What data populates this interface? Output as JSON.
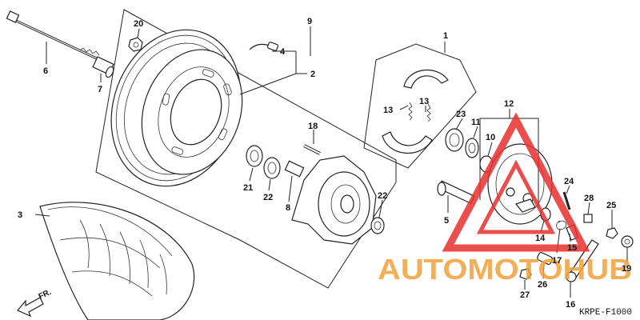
{
  "callouts": [
    {
      "id": "c1",
      "text": "1"
    },
    {
      "id": "c2",
      "text": "2"
    },
    {
      "id": "c3",
      "text": "3"
    },
    {
      "id": "c4",
      "text": "4"
    },
    {
      "id": "c5",
      "text": "5"
    },
    {
      "id": "c6",
      "text": "6"
    },
    {
      "id": "c7",
      "text": "7"
    },
    {
      "id": "c8",
      "text": "8"
    },
    {
      "id": "c9",
      "text": "9"
    },
    {
      "id": "c10",
      "text": "10"
    },
    {
      "id": "c11",
      "text": "11"
    },
    {
      "id": "c12",
      "text": "12"
    },
    {
      "id": "c13a",
      "text": "13"
    },
    {
      "id": "c13b",
      "text": "13"
    },
    {
      "id": "c14",
      "text": "14"
    },
    {
      "id": "c15",
      "text": "15"
    },
    {
      "id": "c16",
      "text": "16"
    },
    {
      "id": "c17",
      "text": "17"
    },
    {
      "id": "c18",
      "text": "18"
    },
    {
      "id": "c19",
      "text": "19"
    },
    {
      "id": "c20",
      "text": "20"
    },
    {
      "id": "c21",
      "text": "21"
    },
    {
      "id": "c22a",
      "text": "22"
    },
    {
      "id": "c22b",
      "text": "22"
    },
    {
      "id": "c23",
      "text": "23"
    },
    {
      "id": "c24",
      "text": "24"
    },
    {
      "id": "c25",
      "text": "25"
    },
    {
      "id": "c26",
      "text": "26"
    },
    {
      "id": "c27",
      "text": "27"
    },
    {
      "id": "c28",
      "text": "28"
    }
  ],
  "direction_label": "FR.",
  "diagram_code": "KRPE-F1000",
  "watermark": {
    "text": "AUTOMOTOHUB",
    "colors": {
      "red": "#e8312f",
      "orange": "#f2a23a",
      "gray": "#9a9a9a"
    }
  }
}
